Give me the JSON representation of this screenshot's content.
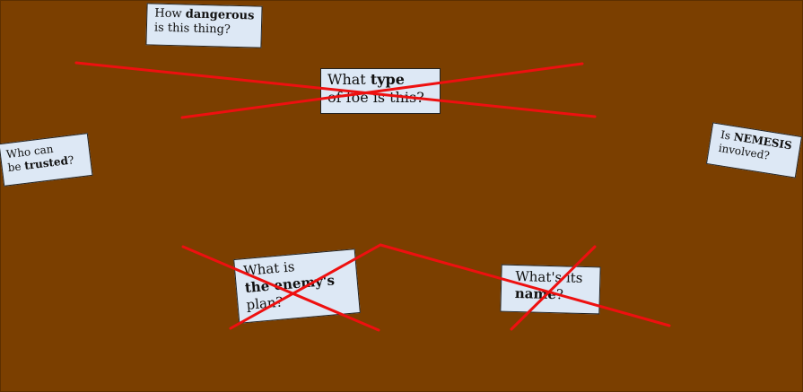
{
  "colors": {
    "board": "#7b3f00",
    "card": "#dde8f5",
    "card_border": "#222222",
    "strike": "#ee1010"
  },
  "cards": [
    {
      "id": "dangerous",
      "line1_pre": "How ",
      "line1_bold": "dangerous",
      "line2": "is this thing?",
      "crossed": false
    },
    {
      "id": "type",
      "line1_pre": "What ",
      "line1_bold": "type",
      "line2": "of foe is this?",
      "crossed": true
    },
    {
      "id": "trusted",
      "line1": "Who can",
      "line2_pre": "be ",
      "line2_bold": "trusted",
      "line2_post": "?",
      "crossed": false
    },
    {
      "id": "nemesis",
      "line1_pre": "Is ",
      "line1_bold": "NEMESIS",
      "line2": "involved?",
      "crossed": false
    },
    {
      "id": "plan",
      "line1": "What is",
      "line2_bold": "the enemy's",
      "line3": "plan?",
      "crossed": true
    },
    {
      "id": "name",
      "line1": "What's its",
      "line2_bold": "name",
      "line2_post": "?",
      "crossed": true
    }
  ]
}
